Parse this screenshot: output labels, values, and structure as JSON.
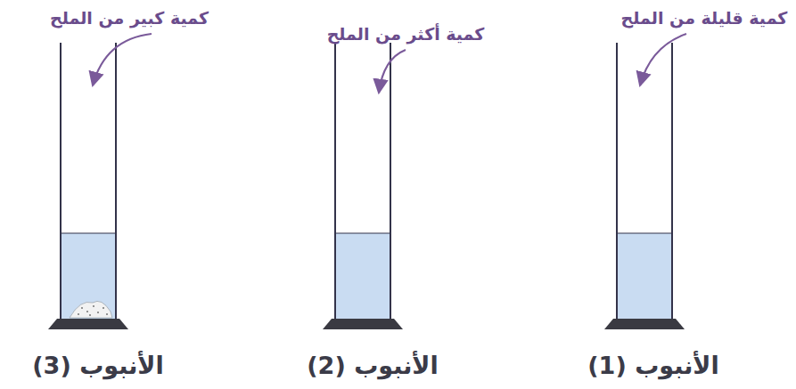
{
  "diagram": {
    "labels": [
      "كمية كبير من الملح",
      "كمية أكثر من الملح",
      "كمية قليلة من الملح",
      "الأنبوب (3)",
      "الأنبوب (2)",
      "الأنبوب (1)"
    ]
  }
}
